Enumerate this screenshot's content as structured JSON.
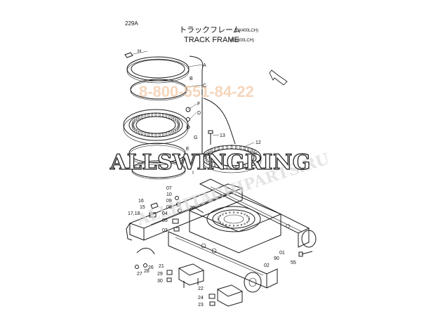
{
  "page_code": "229A",
  "title_jp": "トラックフレーム",
  "title_en": "TRACK FRAME",
  "model_note": "(EX400LCH)",
  "watermarks": {
    "brand": "ALLSWINGRING",
    "phone": "8-800-551-84-22",
    "site": "ALLHITACHIPARTS.RU"
  },
  "callouts": [
    {
      "id": "H",
      "label": "H"
    },
    {
      "id": "A",
      "label": "A"
    },
    {
      "id": "B",
      "label": "B"
    },
    {
      "id": "C",
      "label": "C"
    },
    {
      "id": "F",
      "label": "F"
    },
    {
      "id": "D",
      "label": "D"
    },
    {
      "id": "G",
      "label": "G"
    },
    {
      "id": "E",
      "label": "E"
    },
    {
      "id": "I",
      "label": "I"
    },
    {
      "id": "13",
      "label": "13"
    },
    {
      "id": "12",
      "label": "12"
    },
    {
      "id": "07",
      "label": "07"
    },
    {
      "id": "10",
      "label": "10"
    },
    {
      "id": "09",
      "label": "09"
    },
    {
      "id": "08",
      "label": "08"
    },
    {
      "id": "20",
      "label": "20"
    },
    {
      "id": "16",
      "label": "16"
    },
    {
      "id": "15",
      "label": "15"
    },
    {
      "id": "17-18",
      "label": "17,18"
    },
    {
      "id": "04",
      "label": "04"
    },
    {
      "id": "05",
      "label": "05"
    },
    {
      "id": "03",
      "label": "03"
    },
    {
      "id": "01",
      "label": "01"
    },
    {
      "id": "90",
      "label": "90"
    },
    {
      "id": "02",
      "label": "02"
    },
    {
      "id": "55",
      "label": "55"
    },
    {
      "id": "26",
      "label": "26"
    },
    {
      "id": "27",
      "label": "27"
    },
    {
      "id": "28",
      "label": "28"
    },
    {
      "id": "21",
      "label": "21"
    },
    {
      "id": "29",
      "label": "29"
    },
    {
      "id": "30",
      "label": "30"
    },
    {
      "id": "22",
      "label": "22"
    },
    {
      "id": "24",
      "label": "24"
    },
    {
      "id": "23",
      "label": "23"
    }
  ]
}
